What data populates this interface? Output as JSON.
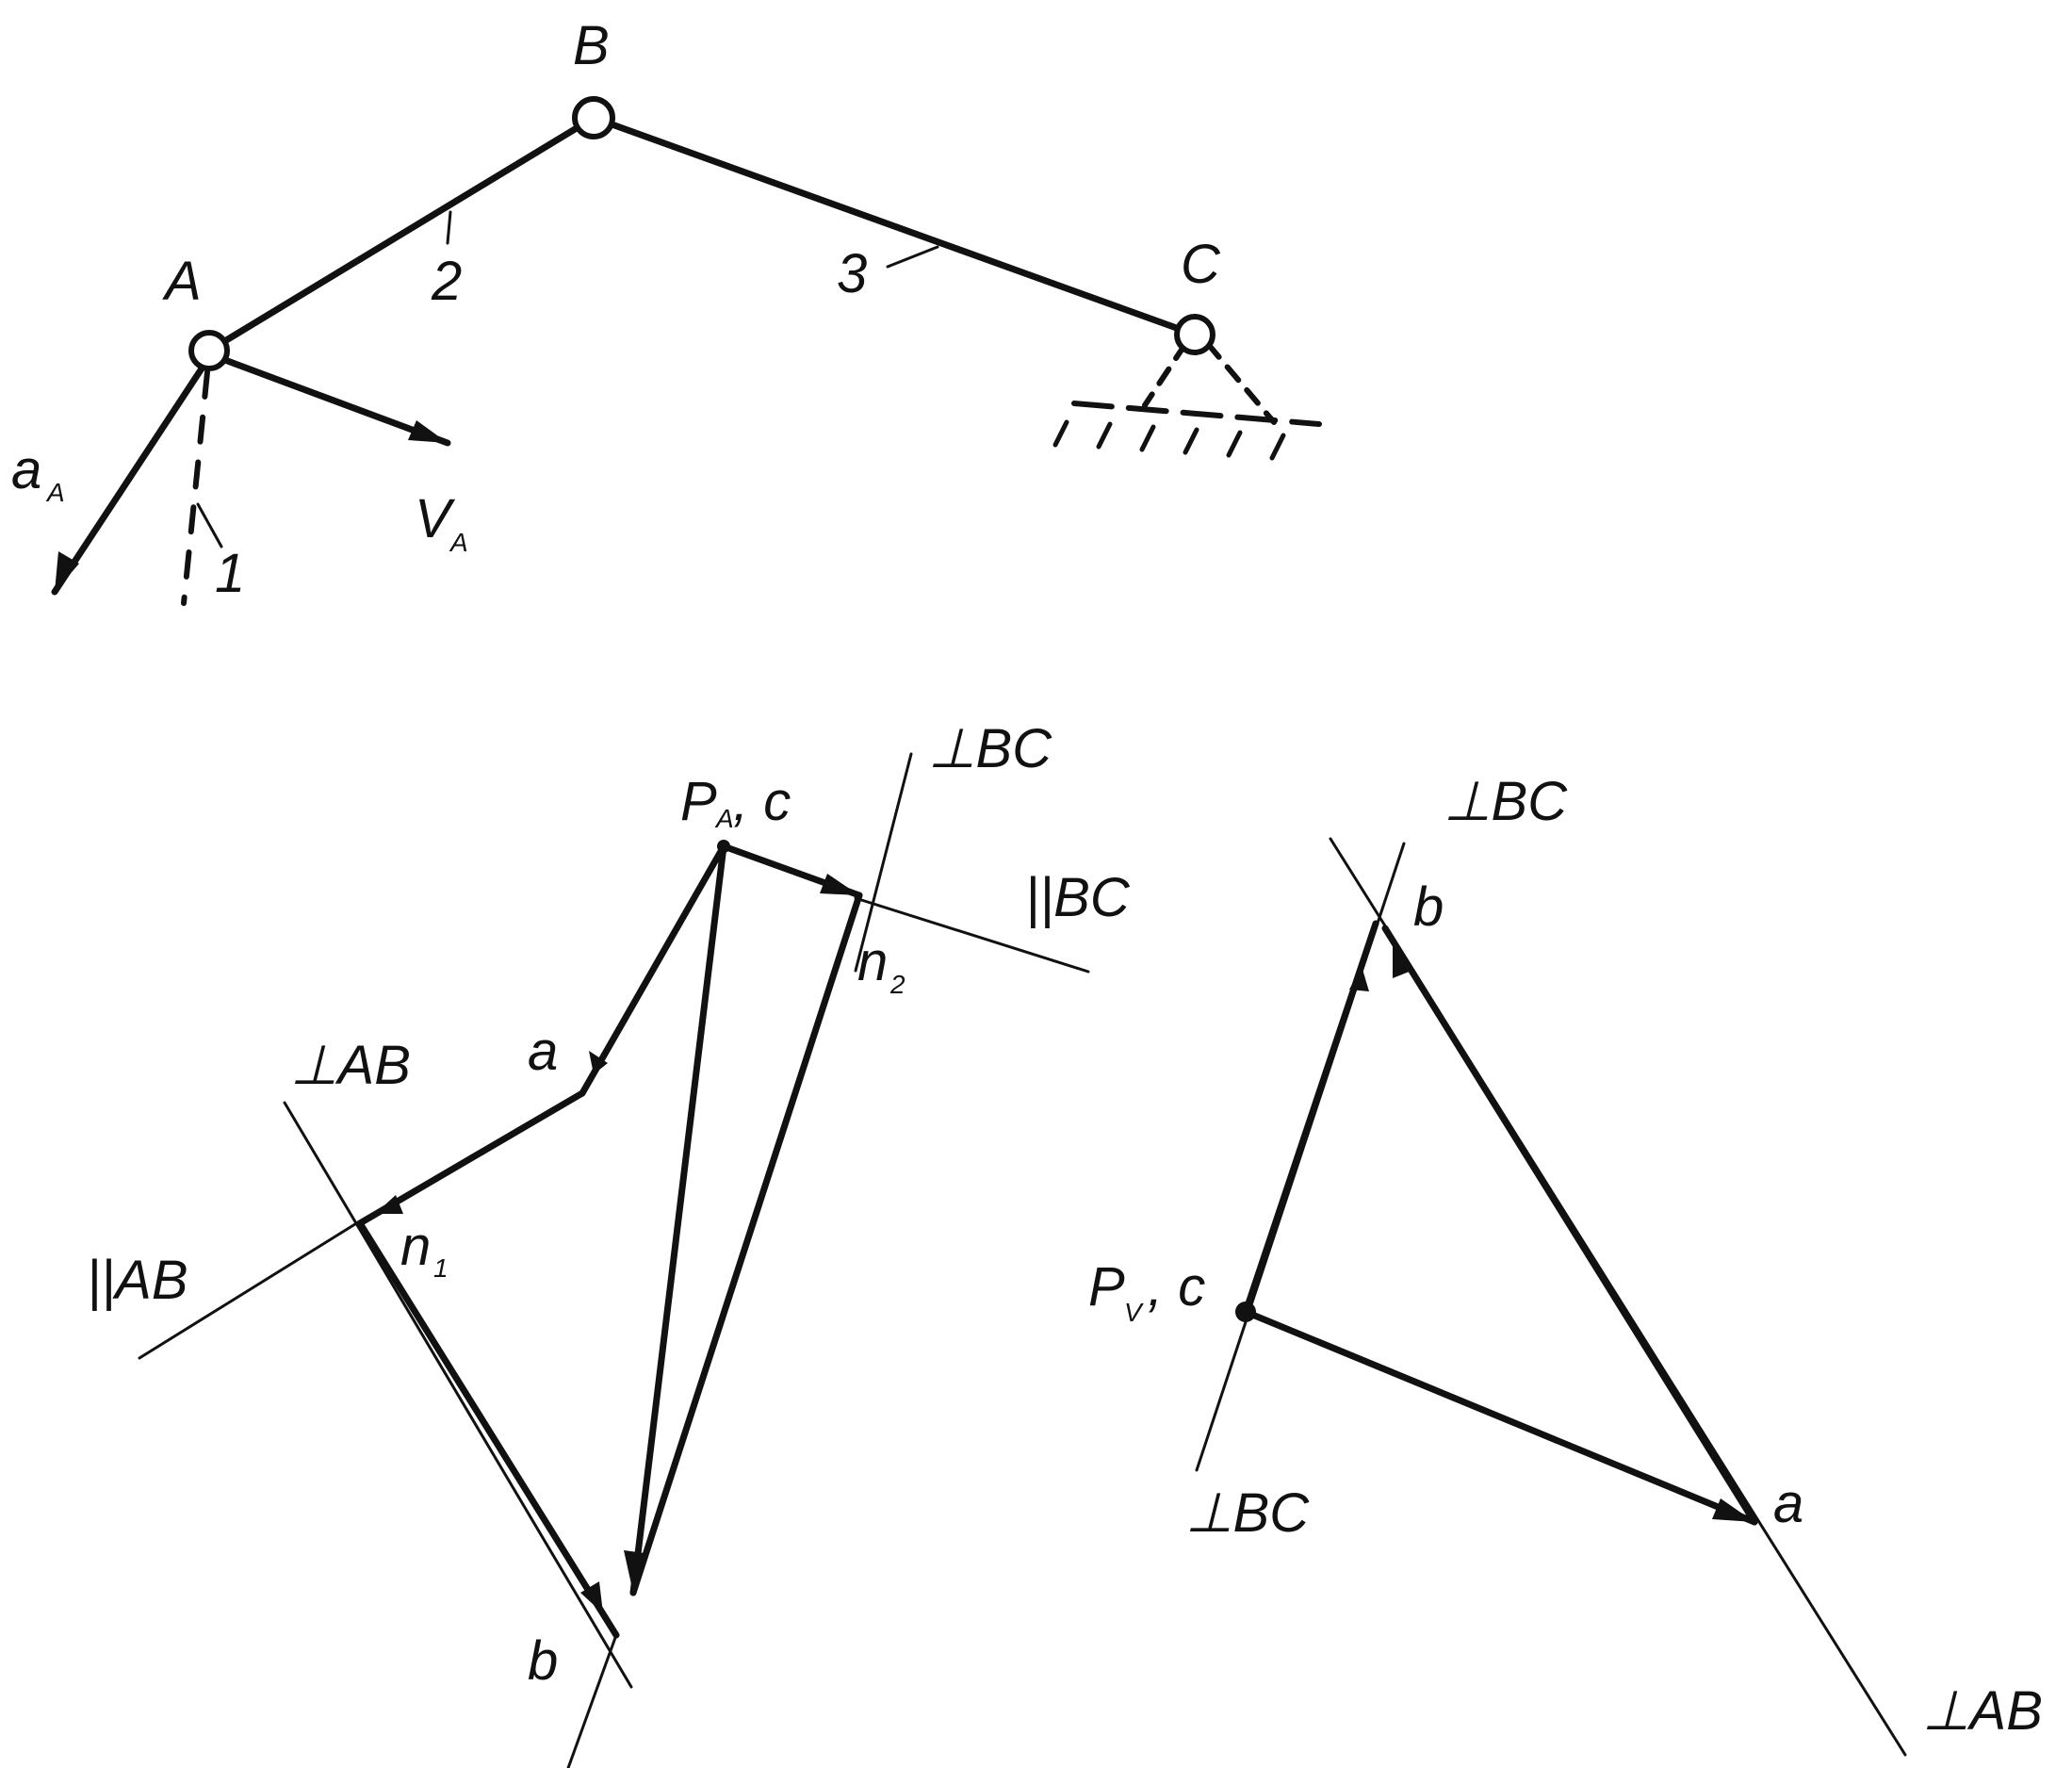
{
  "mechanism": {
    "points": {
      "A": "A",
      "B": "B",
      "C": "C"
    },
    "links": {
      "crank": "1",
      "coupler": "2",
      "rocker": "3"
    },
    "accel_label": {
      "main": "a",
      "sub": "A"
    },
    "vel_label": {
      "main": "V",
      "sub": "A"
    }
  },
  "accel_polygon": {
    "pole": {
      "main": "P",
      "sub": "A",
      "tail": ", c"
    },
    "point_a": "a",
    "point_b": "b",
    "n1": {
      "main": "n",
      "sub": "1"
    },
    "n2": {
      "main": "n",
      "sub": "2"
    },
    "line_perp_bc": "⊥BC",
    "line_par_bc": "||BC",
    "line_perp_ab": "⊥AB",
    "line_par_ab": "||AB"
  },
  "vel_polygon": {
    "pole": {
      "main": "P",
      "sub": "V",
      "tail": ", c"
    },
    "point_a": "a",
    "point_b": "b",
    "line_perp_bc_top": "⊥BC",
    "line_perp_bc_bottom": "⊥BC",
    "line_perp_ab": "⊥AB"
  }
}
